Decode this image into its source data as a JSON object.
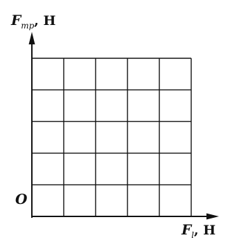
{
  "diagram": {
    "y_axis_label": {
      "main": "F",
      "sub": "тр",
      "unit": ", Н"
    },
    "x_axis_label": {
      "main": "F",
      "sub": "l",
      "unit": ", Н"
    },
    "origin_label": "O",
    "grid": {
      "columns": 5,
      "rows": 5
    },
    "colors": {
      "ink": "#111111",
      "background": "#ffffff"
    }
  }
}
